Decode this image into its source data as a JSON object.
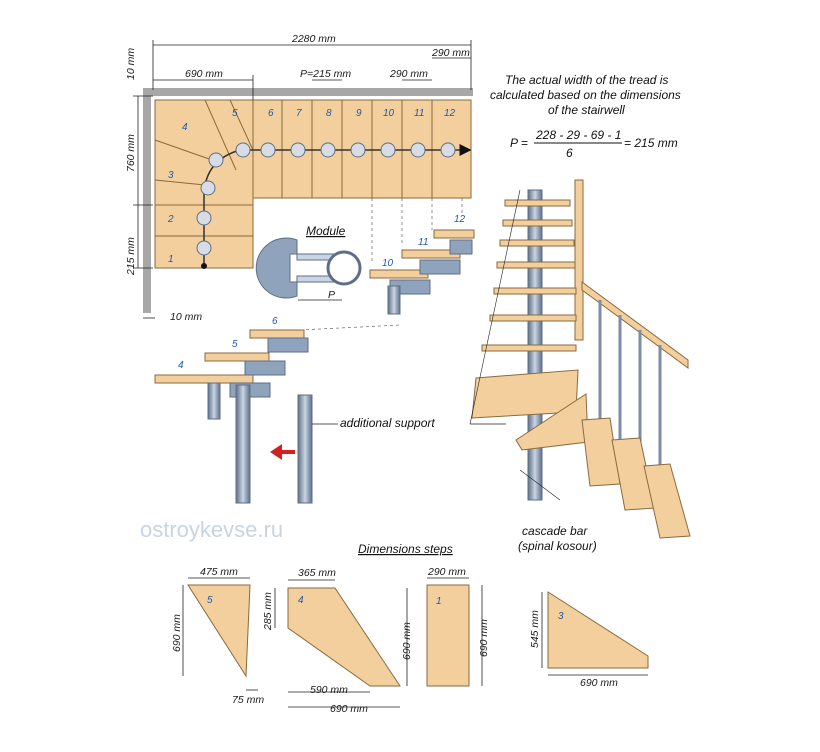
{
  "colors": {
    "wood": "#f2cf9c",
    "wood_edge": "#8a6a3e",
    "metal": "#8fa3bd",
    "metal_dark": "#5d6e86",
    "wall": "#a7a7a7",
    "accent_blue": "#1f5aa8",
    "arrow_red": "#d42020"
  },
  "plan": {
    "dim_total": "2280 mm",
    "dim_290_top": "290 mm",
    "dim_10_top": "10 mm",
    "dim_690": "690 mm",
    "dim_p": "P=215 mm",
    "dim_290_mid": "290 mm",
    "dim_760": "760 mm",
    "dim_215": "215 mm",
    "dim_10_bottom": "10 mm",
    "step_numbers": [
      "1",
      "2",
      "3",
      "4",
      "5",
      "6",
      "7",
      "8",
      "9",
      "10",
      "11",
      "12"
    ]
  },
  "formula": {
    "line1": "The actual width of the tread is",
    "line2": "calculated based on the dimensions",
    "line3": "of the stairwell",
    "lhs": "P =",
    "numerator": "228 - 29 - 69 - 1",
    "denominator": "6",
    "rhs": "= 215 mm"
  },
  "module": {
    "title": "Module",
    "p_label": "P"
  },
  "cascade": {
    "steps_right": [
      "10",
      "11",
      "12"
    ],
    "steps_left": [
      "4",
      "5",
      "6"
    ]
  },
  "labels": {
    "additional_support": "additional support",
    "cascade_line1": "cascade bar",
    "cascade_line2": "(spinal kosour)",
    "watermark": "ostroykevse.ru"
  },
  "dimensions_steps": {
    "title": "Dimensions steps",
    "step5": {
      "number": "5",
      "top": "475 mm",
      "left": "690 mm",
      "bottom": "75 mm"
    },
    "step4": {
      "number": "4",
      "top": "365 mm",
      "left": "285 mm",
      "right": "690 mm",
      "bottom_inner": "590 mm",
      "bottom": "690 mm"
    },
    "step1": {
      "number": "1",
      "top": "290 mm",
      "right": "690 mm"
    },
    "step3": {
      "number": "3",
      "left": "545 mm",
      "bottom": "690 mm"
    }
  }
}
